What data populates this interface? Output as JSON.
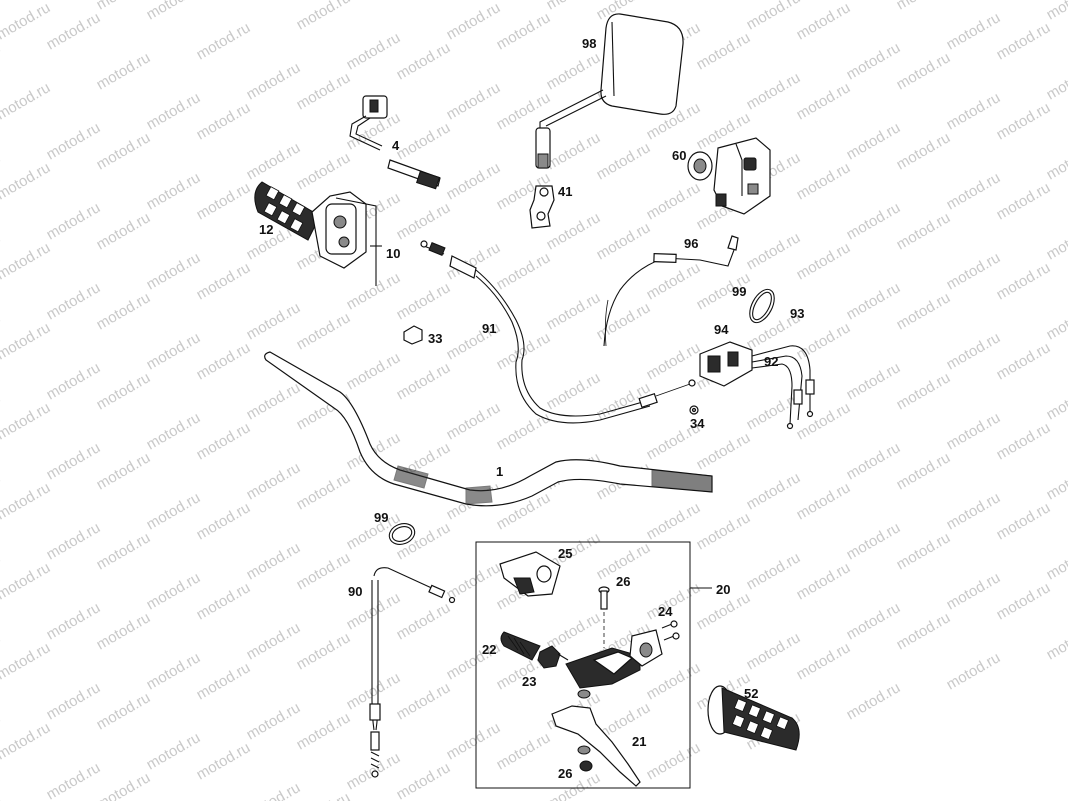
{
  "watermark": "motod.ru",
  "labels": {
    "l1": "1",
    "l4": "4",
    "l10": "10",
    "l12": "12",
    "l20": "20",
    "l21": "21",
    "l22": "22",
    "l23": "23",
    "l24": "24",
    "l25": "25",
    "l26a": "26",
    "l26b": "26",
    "l33": "33",
    "l34": "34",
    "l41": "41",
    "l52": "52",
    "l60": "60",
    "l90": "90",
    "l91": "91",
    "l92": "92",
    "l93": "93",
    "l94": "94",
    "l96": "96",
    "l98": "98",
    "l99a": "99",
    "l99b": "99"
  }
}
